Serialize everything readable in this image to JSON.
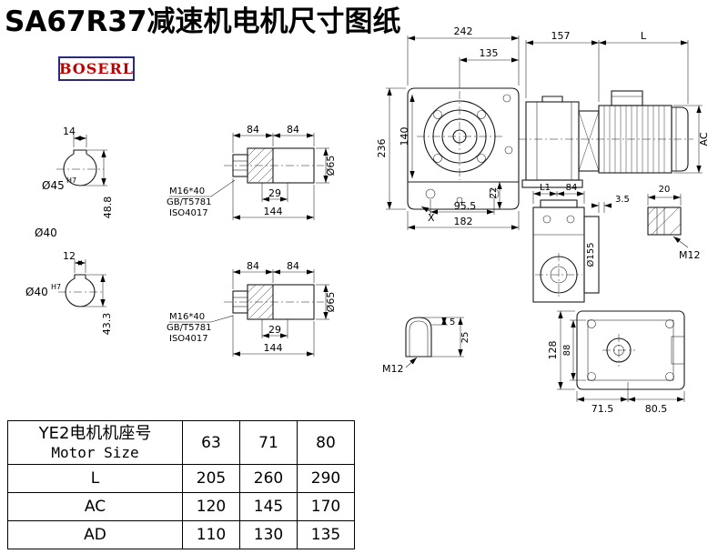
{
  "page": {
    "title": "SA67R37减速机电机尺寸图纸",
    "brand": "BOSERL"
  },
  "dims": {
    "shaft1": {
      "key_w": "14",
      "dia": "Ø45",
      "dia_tol": "H7",
      "height": "48.8",
      "shaft_od": "Ø40"
    },
    "shaft2": {
      "key_w": "12",
      "dia": "Ø40",
      "dia_tol": "H7",
      "height": "43.3"
    },
    "hollow1": {
      "seg1": "84",
      "seg2": "84",
      "bolt": "M16*40",
      "std1": "GB/T5781",
      "std2": "ISO4017",
      "inner": "29",
      "total": "144",
      "dia": "Ø65"
    },
    "hollow2": {
      "seg1": "84",
      "seg2": "84",
      "bolt": "M16*40",
      "std1": "GB/T5781",
      "std2": "ISO4017",
      "inner": "29",
      "total": "144",
      "dia": "Ø65"
    },
    "front": {
      "width": "242",
      "upper": "135",
      "height": "236",
      "center_h": "140",
      "foot": "22",
      "feet_span": "95.5",
      "base": "182",
      "x_mark": "X"
    },
    "side": {
      "len1": "157",
      "len2": "L",
      "dia": "AC"
    },
    "topview": {
      "l1": "L1",
      "seg": "84",
      "plate": "3.5",
      "tap_w": "20",
      "flange_dia": "Ø155",
      "tap": "M12"
    },
    "keyway": {
      "depth": "5",
      "width": "25",
      "tap": "M12"
    },
    "bottom": {
      "height": "128",
      "inner": "88",
      "w1": "71.5",
      "w2": "80.5"
    }
  },
  "table": {
    "row_header_cn": "YE2电机机座号",
    "row_header_en": "Motor Size",
    "sizes": [
      "63",
      "71",
      "80"
    ],
    "rows": [
      {
        "label": "L",
        "values": [
          "205",
          "260",
          "290"
        ]
      },
      {
        "label": "AC",
        "values": [
          "120",
          "145",
          "170"
        ]
      },
      {
        "label": "AD",
        "values": [
          "110",
          "130",
          "135"
        ]
      }
    ]
  }
}
